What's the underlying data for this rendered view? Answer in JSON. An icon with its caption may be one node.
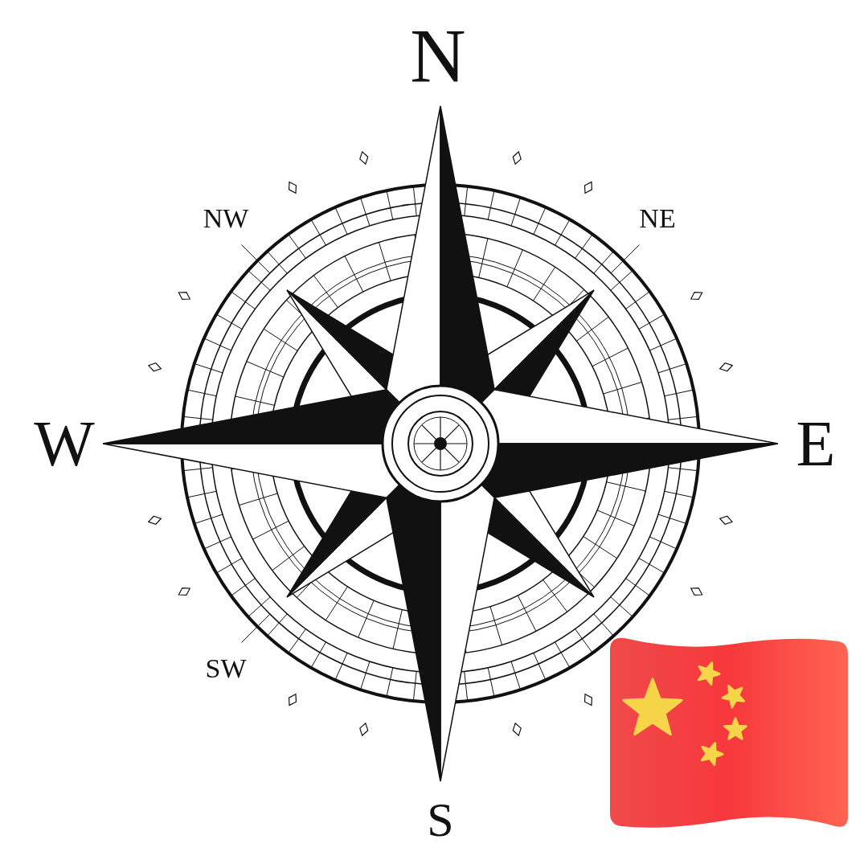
{
  "diagram": {
    "labels": [
      "N",
      "NW",
      "NE",
      "W",
      "E",
      "SW",
      "S"
    ]
  }
}
